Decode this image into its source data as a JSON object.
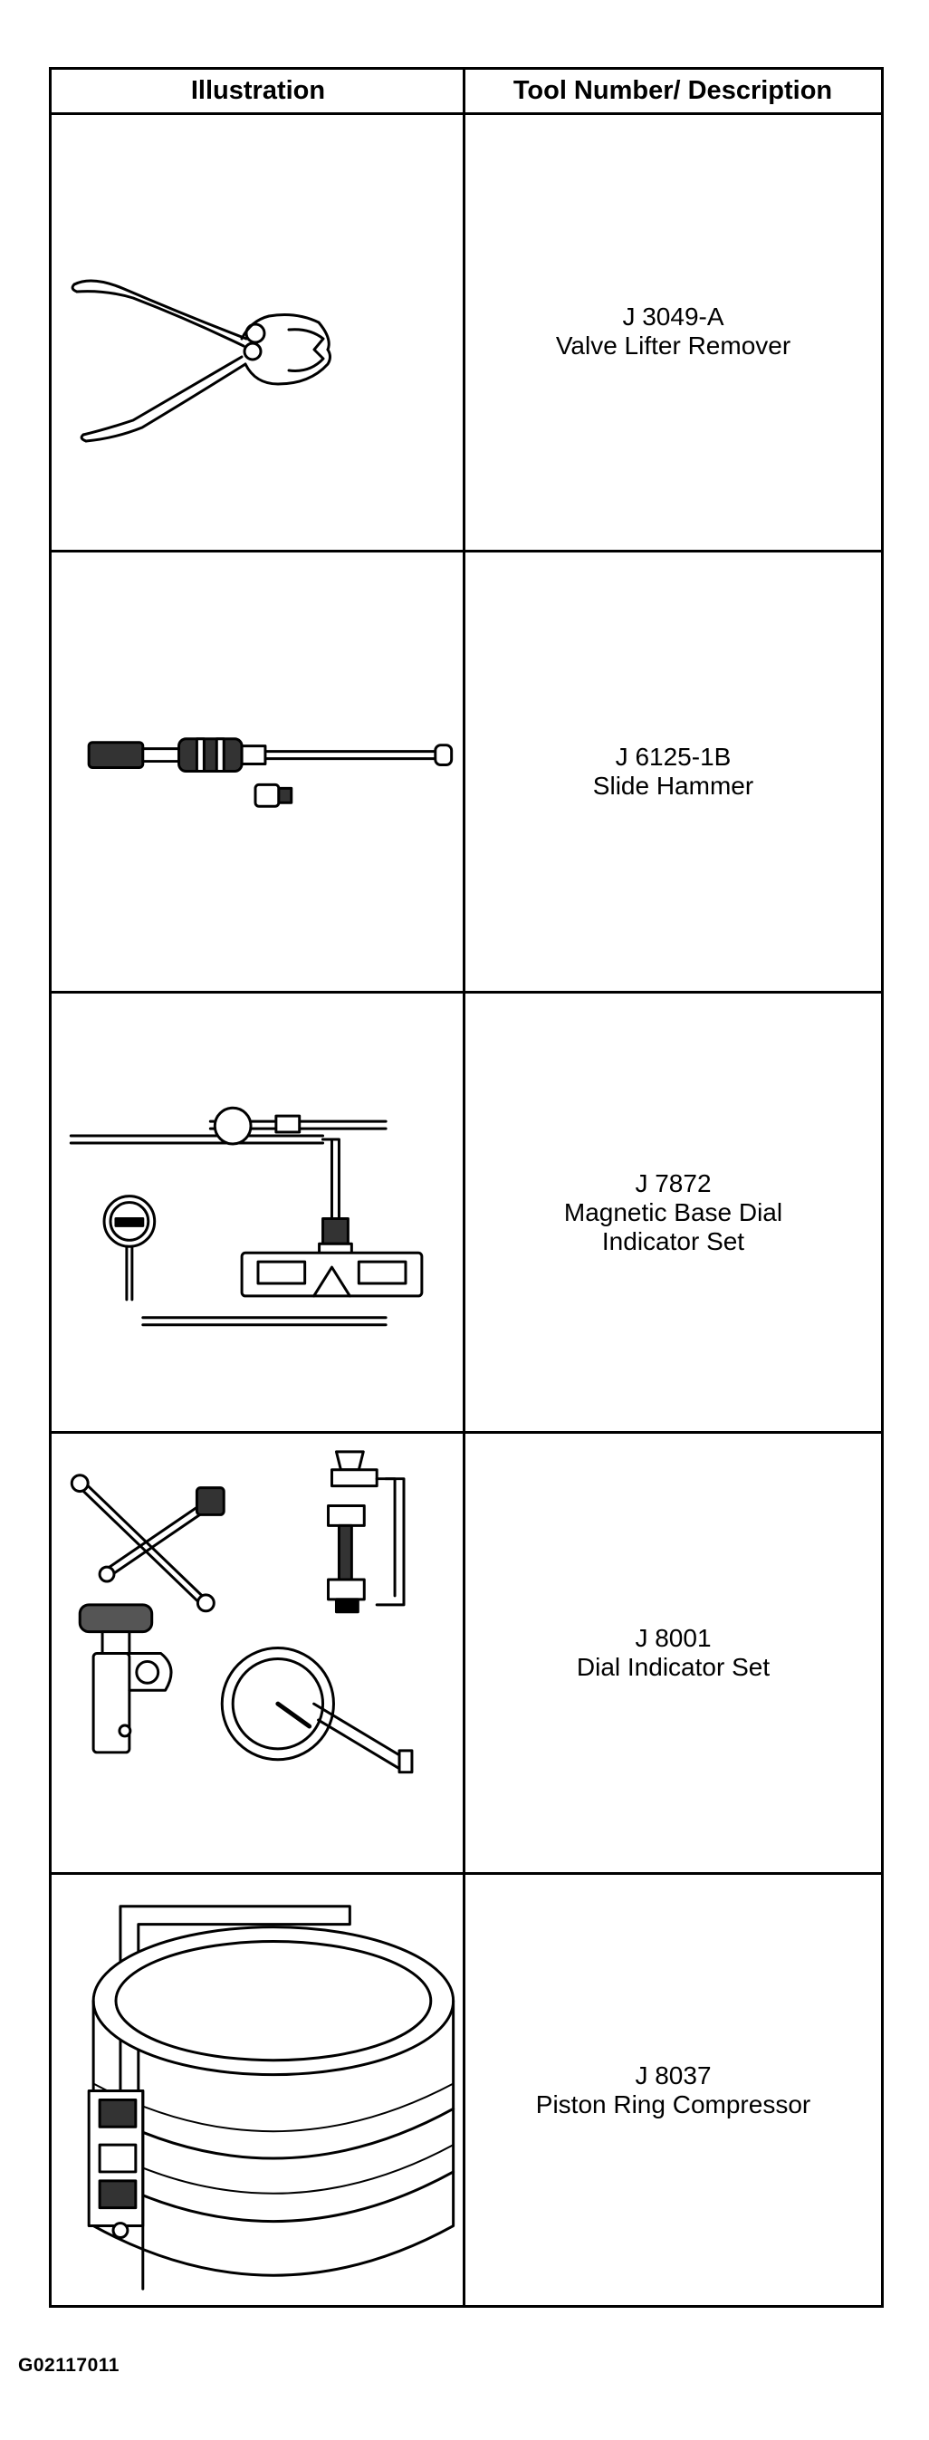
{
  "table": {
    "header": {
      "illustration": "Illustration",
      "tool_desc": "Tool Number/ Description"
    },
    "rows": [
      {
        "number": "J 3049-A",
        "desc1": "Valve Lifter Remover",
        "desc2": "",
        "icon": "pliers-icon"
      },
      {
        "number": "J 6125-1B",
        "desc1": "Slide Hammer",
        "desc2": "",
        "icon": "slide-hammer-icon"
      },
      {
        "number": "J 7872",
        "desc1": "Magnetic Base Dial",
        "desc2": "Indicator Set",
        "icon": "magnetic-base-indicator-icon"
      },
      {
        "number": "J 8001",
        "desc1": "Dial Indicator Set",
        "desc2": "",
        "icon": "dial-indicator-set-icon"
      },
      {
        "number": "J 8037",
        "desc1": "Piston Ring Compressor",
        "desc2": "",
        "icon": "ring-compressor-icon"
      }
    ]
  },
  "footer": {
    "code": "G02117011"
  }
}
